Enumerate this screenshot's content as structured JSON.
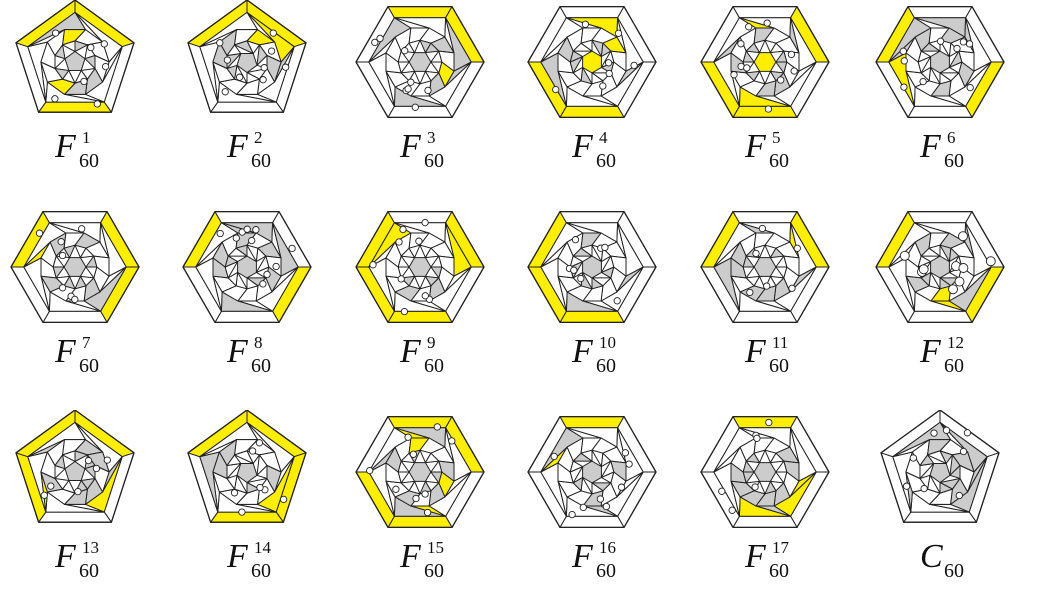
{
  "figure": {
    "colors": {
      "yellow": "#ffee00",
      "gray": "#cccccc",
      "line": "#222222",
      "background": "#ffffff"
    },
    "items": [
      {
        "symbol": "F",
        "sub": "60",
        "sup": "1",
        "outline": "pentagon"
      },
      {
        "symbol": "F",
        "sub": "60",
        "sup": "2",
        "outline": "pentagon"
      },
      {
        "symbol": "F",
        "sub": "60",
        "sup": "3",
        "outline": "hexagon"
      },
      {
        "symbol": "F",
        "sub": "60",
        "sup": "4",
        "outline": "hexagon"
      },
      {
        "symbol": "F",
        "sub": "60",
        "sup": "5",
        "outline": "hexagon"
      },
      {
        "symbol": "F",
        "sub": "60",
        "sup": "6",
        "outline": "hexagon"
      },
      {
        "symbol": "F",
        "sub": "60",
        "sup": "7",
        "outline": "hexagon"
      },
      {
        "symbol": "F",
        "sub": "60",
        "sup": "8",
        "outline": "hexagon"
      },
      {
        "symbol": "F",
        "sub": "60",
        "sup": "9",
        "outline": "hexagon"
      },
      {
        "symbol": "F",
        "sub": "60",
        "sup": "10",
        "outline": "hexagon"
      },
      {
        "symbol": "F",
        "sub": "60",
        "sup": "11",
        "outline": "hexagon"
      },
      {
        "symbol": "F",
        "sub": "60",
        "sup": "12",
        "outline": "hexagon"
      },
      {
        "symbol": "F",
        "sub": "60",
        "sup": "13",
        "outline": "pentagon"
      },
      {
        "symbol": "F",
        "sub": "60",
        "sup": "14",
        "outline": "pentagon"
      },
      {
        "symbol": "F",
        "sub": "60",
        "sup": "15",
        "outline": "hexagon"
      },
      {
        "symbol": "F",
        "sub": "60",
        "sup": "16",
        "outline": "hexagon"
      },
      {
        "symbol": "F",
        "sub": "60",
        "sup": "17",
        "outline": "hexagon"
      },
      {
        "symbol": "C",
        "sub": "60",
        "sup": "",
        "outline": "pentagon"
      }
    ]
  }
}
